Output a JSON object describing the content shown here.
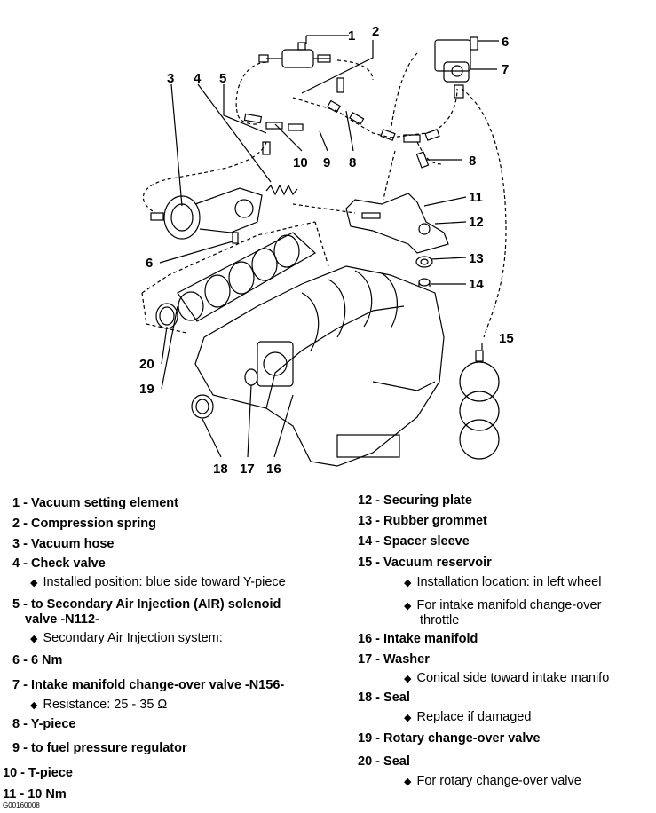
{
  "diagram": {
    "callouts": [
      "1",
      "2",
      "3",
      "4",
      "5",
      "6",
      "7",
      "8",
      "8",
      "10",
      "9",
      "11",
      "12",
      "13",
      "14",
      "15",
      "6",
      "20",
      "19",
      "18",
      "17",
      "16"
    ]
  },
  "legend": {
    "left": [
      {
        "num": "1",
        "label": "Vacuum setting element"
      },
      {
        "num": "2",
        "label": "Compression spring"
      },
      {
        "num": "3",
        "label": "Vacuum hose"
      },
      {
        "num": "4",
        "label": "Check valve",
        "note": "Installed position: blue side toward Y-piece"
      },
      {
        "num": "5",
        "label": "to Secondary Air Injection (AIR) solenoid",
        "label2": "valve -N112-",
        "note": "Secondary Air Injection system:"
      },
      {
        "num": "6",
        "label": "6 Nm"
      },
      {
        "num": "7",
        "label": "Intake manifold change-over valve -N156-",
        "note": "Resistance: 25 - 35 Ω"
      },
      {
        "num": "8",
        "label": "Y-piece"
      },
      {
        "num": "9",
        "label": "to fuel pressure regulator"
      },
      {
        "num": "10",
        "label": "T-piece"
      },
      {
        "num": "11",
        "label": "10 Nm"
      }
    ],
    "right": [
      {
        "num": "12",
        "label": "Securing plate"
      },
      {
        "num": "13",
        "label": "Rubber grommet"
      },
      {
        "num": "14",
        "label": "Spacer sleeve"
      },
      {
        "num": "15",
        "label": "Vacuum reservoir",
        "note": "Installation location: in left wheel",
        "note2": "For intake manifold change-over",
        "note2b": "throttle"
      },
      {
        "num": "16",
        "label": "Intake manifold"
      },
      {
        "num": "17",
        "label": "Washer",
        "note": "Conical side toward intake manifo"
      },
      {
        "num": "18",
        "label": "Seal",
        "note": "Replace if damaged"
      },
      {
        "num": "19",
        "label": "Rotary change-over valve"
      },
      {
        "num": "20",
        "label": "Seal",
        "note": "For rotary change-over valve"
      }
    ]
  },
  "figure_code": "G00160008"
}
